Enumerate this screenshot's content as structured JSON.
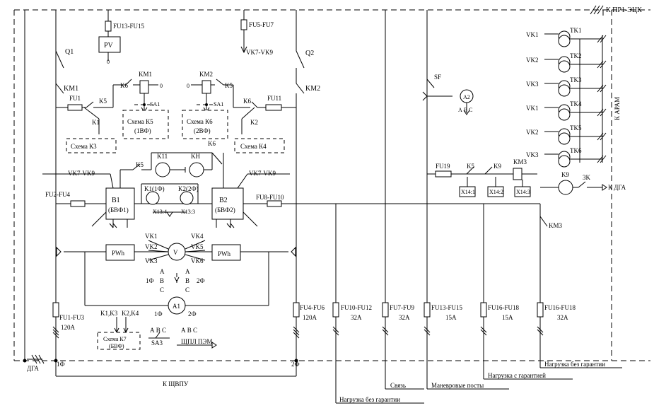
{
  "labels": {
    "k_pr1": "К ПР1-ЭЦК",
    "fu13_15": "FU13-FU15",
    "fu5_7": "FU5-FU7",
    "pv": "PV",
    "zero": "0",
    "vk7_vk9_top": "VK7-VK9",
    "q1": "Q1",
    "q2": "Q2",
    "km1": "KM1",
    "km2": "KM2",
    "fu1": "FU1",
    "fu11": "FU11",
    "k5_a": "K5",
    "k5_b": "K5",
    "k5_c": "K5",
    "k6_a": "K6",
    "k6_b": "K6",
    "k6_c": "K6",
    "km1_coil": "KM1",
    "km2_coil": "KM2",
    "sa1_a": "SA1",
    "sa1_b": "SA1",
    "k1": "K1",
    "k2": "K2",
    "schema_k5": "Схема К5",
    "schema_k5_sub": "(1ВФ)",
    "schema_k6": "Схема К6",
    "schema_k6_sub": "(2ВФ)",
    "schema_k3": "Схема К3",
    "schema_k4": "Схема К4",
    "k11": "K11",
    "kh": "KH",
    "vk7_vk9_left": "VK7-VK9",
    "vk7_vk9_right": "VK7-VK9",
    "k1_1f": "K1(1Ф)",
    "k2_2f": "K2(2Ф)",
    "fu2_fu4": "FU2-FU4",
    "fu8_fu10": "FU8-FU10",
    "b1": "B1",
    "b1_sub": "(БВФ1)",
    "b2": "B2",
    "b2_sub": "(БВФ2)",
    "x13_4": "X13:4",
    "x13_3": "X13:3",
    "vk1": "VK1",
    "vk2": "VK2",
    "vk3": "VK3",
    "vk4": "VK4",
    "vk5": "VK5",
    "vk6": "VK6",
    "v_meter": "V",
    "pwh_left": "PWh",
    "pwh_right": "PWh",
    "abc_1f_a": "A",
    "abc_1f_b": "B",
    "abc_1f_c": "C",
    "abc_2f_a": "A",
    "abc_2f_b": "B",
    "abc_2f_c": "C",
    "f1": "1Ф",
    "f2": "2Ф",
    "a1": "A1",
    "f1_b": "1Ф",
    "f2_b": "2Ф",
    "fu1_fu3": "FU1-FU3",
    "a120_l": "120A",
    "k1k3": "K1,K3",
    "k2k4": "K2,K4",
    "schema_k7": "Схема К7",
    "schema_k7_sub": "(БВФ)",
    "abc_sa3": "А В С",
    "sa3": "SA3",
    "abc_shchpl": "А В С",
    "shchpl": "ЩПЛ ПЭМ",
    "dga_bottom": "ДГА",
    "f1_bottom": "1Ф",
    "f2_bottom": "2Ф",
    "k_shchvpu": "К ЩВПУ",
    "sf": "SF",
    "a2": "A2",
    "abc_a2": "А В С",
    "fu19": "FU19",
    "k5_r": "K5",
    "k9_r": "K9",
    "km3_r": "KM3",
    "x14_1": "X14:1",
    "x14_2": "X14:2",
    "x14_3": "X14:3",
    "k9_lamp": "K9",
    "zk": "3K",
    "k_dga": "К ДГА",
    "km3_b": "KM3",
    "fu4_fu6": "FU4-FU6",
    "a120_r": "120A",
    "fu10_fu12": "FU10-FU12",
    "a32_1": "32A",
    "fu7_fu9": "FU7-FU9",
    "a32_2": "32A",
    "fu13_fu15b": "FU13-FU15",
    "a15_1": "15A",
    "fu16_fu18a": "FU16-FU18",
    "a15_2": "15A",
    "fu16_fu18b": "FU16-FU18",
    "a32_3": "32A",
    "load_no_guarantee_1": "Нагрузка без гарантии",
    "load_no_guarantee_2": "Нагрузка без гарантии",
    "svyaz": "Связь",
    "manevr": "Маневровые посты",
    "load_guarantee": "Нагрузка с гарантией",
    "k_aram": "К АРАМ",
    "vk1_r": "VK1",
    "vk2_r": "VK2",
    "vk3_r": "VK3",
    "vk1_r2": "VK1",
    "vk2_r2": "VK2",
    "vk3_r2": "VK3",
    "tk1": "TK1",
    "tk2": "TK2",
    "tk3": "TK3",
    "tk4": "TK4",
    "tk5": "TK5",
    "tk6": "TK6"
  }
}
